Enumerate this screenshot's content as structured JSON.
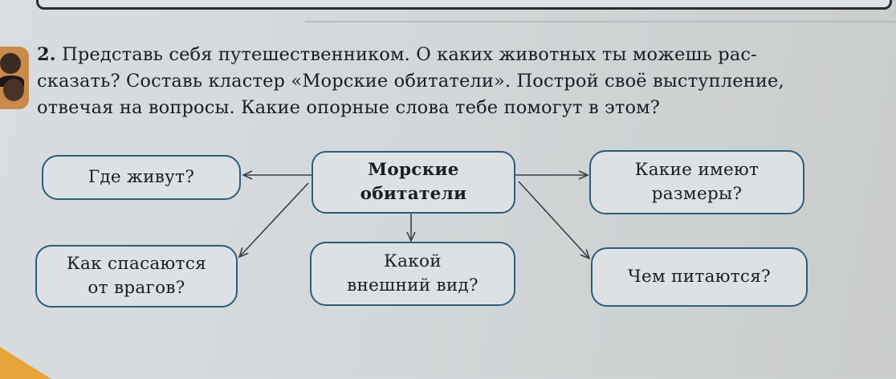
{
  "task": {
    "number": "2.",
    "line1": "Представь себя путешественником. О каких  животных ты можешь рас-",
    "line2": "сказать? Составь кластер «Морские обитатели». Построй своё выступление,",
    "line3": "отвечая на вопросы. Какие опорные слова тебе помогут в этом?"
  },
  "cluster": {
    "center": {
      "line1": "Морские",
      "line2": "обитатели"
    },
    "where": {
      "line1": "Где живут?"
    },
    "sizes": {
      "line1": "Какие имеют",
      "line2": "размеры?"
    },
    "escape": {
      "line1": "Как спасаются",
      "line2": "от врагов?"
    },
    "appearance": {
      "line1": "Какой",
      "line2": "внешний вид?"
    },
    "food": {
      "line1": "Чем питаются?"
    }
  },
  "colors": {
    "node_border": "#2e5d78",
    "text": "#1b1d22",
    "page": "#d6dadc",
    "corner_accent": "#e8a33a"
  }
}
